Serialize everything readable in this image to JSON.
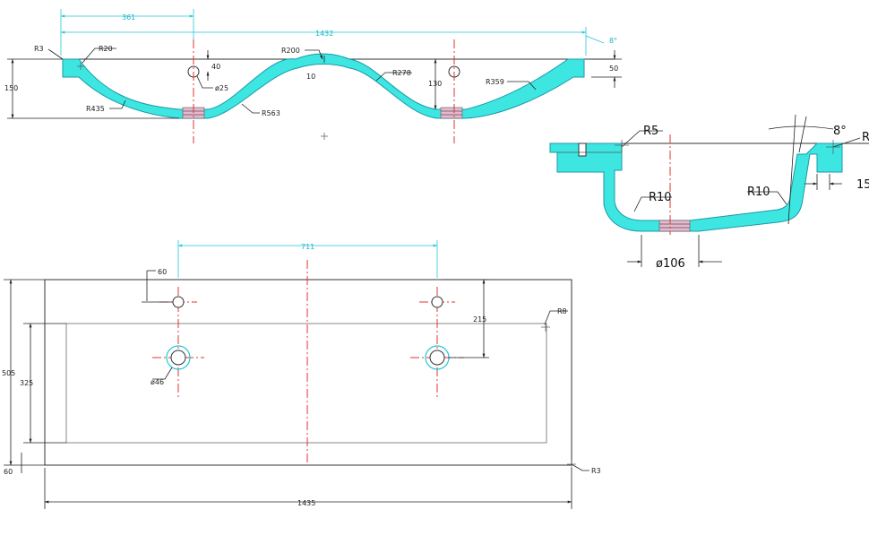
{
  "top_view": {
    "dims": {
      "d361": "361",
      "d1432": "1432",
      "d8deg": "8°",
      "r3": "R3",
      "r20": "R20",
      "d40": "40",
      "d25": "ø25",
      "r200": "R200",
      "d10": "10",
      "r278": "R278",
      "d50": "50",
      "d150": "150",
      "d130": "130",
      "r359": "R359",
      "r435": "R435",
      "r563": "R563"
    }
  },
  "side_view": {
    "dims": {
      "r5": "R5",
      "d8deg": "8°",
      "r_right": "R",
      "d15": "15",
      "r10_left": "R10",
      "r10_right": "R10",
      "d106": "ø106"
    }
  },
  "plan_view": {
    "dims": {
      "d711": "711",
      "d60_top": "60",
      "d215": "215",
      "r8": "R8",
      "d505": "505",
      "d325": "325",
      "d46": "ø46",
      "d60_bottom": "60",
      "r3": "R3",
      "d1435": "1435"
    }
  },
  "colors": {
    "section_fill": "#3ee6e2",
    "centerline": "#e0362f",
    "dimension_cyan": "#22c8d8",
    "thread": "#e8b8cf"
  }
}
